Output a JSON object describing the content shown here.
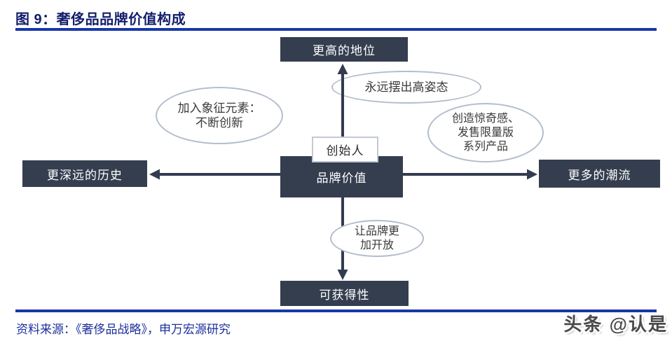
{
  "header": {
    "title": "图 9：奢侈品品牌价值构成"
  },
  "diagram": {
    "center": {
      "label": "品牌价值"
    },
    "founder": {
      "label": "创始人"
    },
    "nodes": {
      "top": {
        "label": "更高的地位"
      },
      "left": {
        "label": "更深远的历史"
      },
      "right": {
        "label": "更多的潮流"
      },
      "bottom": {
        "label": "可获得性"
      }
    },
    "ellipses": {
      "top": {
        "lines": [
          "永远摆出高姿态"
        ]
      },
      "left": {
        "lines": [
          "加入象征元素：",
          "不断创新"
        ]
      },
      "right": {
        "lines": [
          "创造惊奇感、",
          "发售限量版",
          "系列产品"
        ]
      },
      "bottom": {
        "lines": [
          "让品牌更",
          "加开放"
        ]
      }
    }
  },
  "footer": {
    "source": "资料来源：《奢侈品战略》，申万宏源研究",
    "watermark": "头条 @认是"
  },
  "colors": {
    "title_text": "#131f6b",
    "rule_blue": "#1838a8",
    "node_bg": "#343e4f",
    "node_text": "#ffffff",
    "arrow": "#333b4f",
    "ellipse_border": "#b3bdcd",
    "ellipse_text": "#3a3a3a",
    "founder_border": "#c2c9d3",
    "source_text": "#1c2f9c",
    "watermark_text": "#4a4a4a"
  }
}
